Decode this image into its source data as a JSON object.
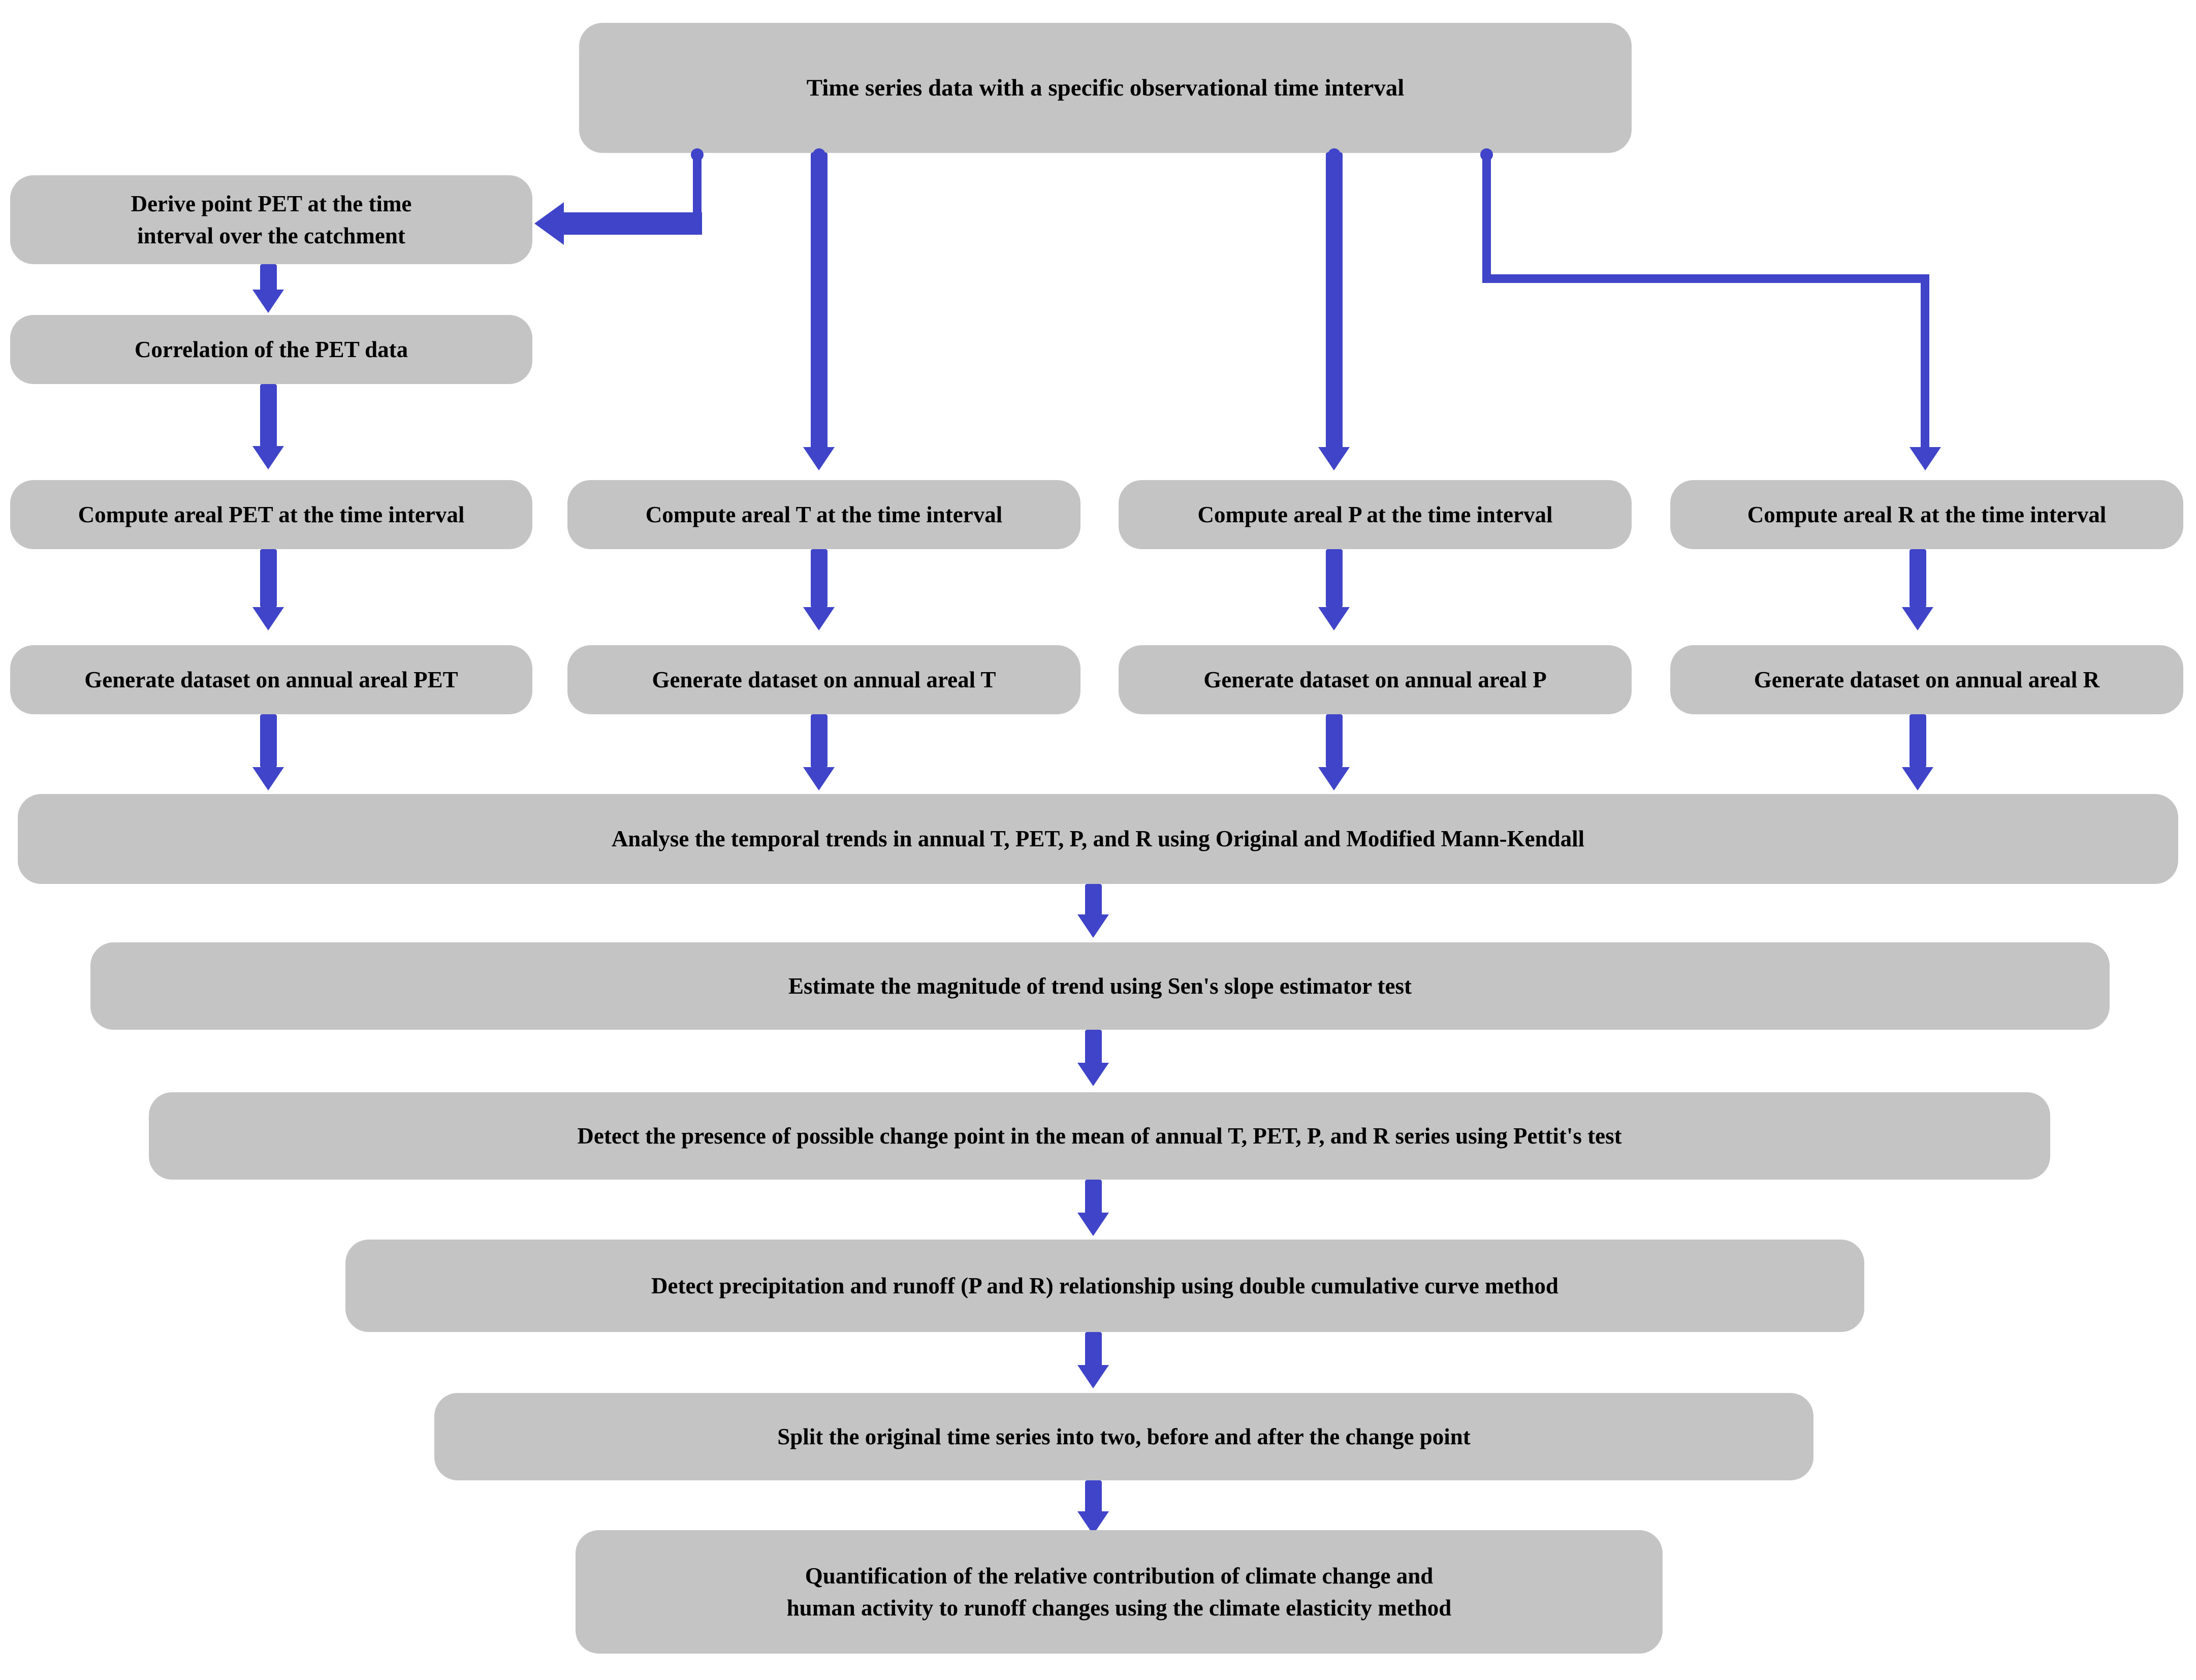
{
  "diagram": {
    "title": "Hydrological time series analysis methodology flowchart",
    "colors": {
      "node_fill": "#c4c4c4",
      "connector": "#3f44c8",
      "text": "#000000",
      "background": "#ffffff"
    },
    "nodes": {
      "time_series": "Time series data with a specific observational time interval",
      "derive_pet": "Derive point PET at the time\ninterval over the catchment",
      "correlation_pet": "Correlation of the PET data",
      "compute_pet": "Compute areal PET at the time interval",
      "compute_t": "Compute areal T at the time interval",
      "compute_p": "Compute areal P at the time interval",
      "compute_r": "Compute areal R at the time interval",
      "dataset_pet": "Generate dataset on annual areal PET",
      "dataset_t": "Generate dataset on annual areal T",
      "dataset_p": "Generate dataset on annual areal P",
      "dataset_r": "Generate dataset on annual areal R",
      "analyse_trends": "Analyse the temporal trends in annual T, PET, P, and R using Original and Modified Mann-Kendall",
      "sens_slope": "Estimate the magnitude of trend using Sen's slope estimator test",
      "pettit_test": "Detect the presence of possible change point in the mean of annual T, PET, P, and R series using Pettit's test",
      "double_cumulative": "Detect precipitation and runoff (P and R) relationship using double cumulative curve method",
      "split_series": "Split the original time series into two, before and after the change point",
      "quantification": "Quantification of the relative contribution of climate change and\nhuman activity to runoff changes using the climate elasticity method"
    }
  }
}
